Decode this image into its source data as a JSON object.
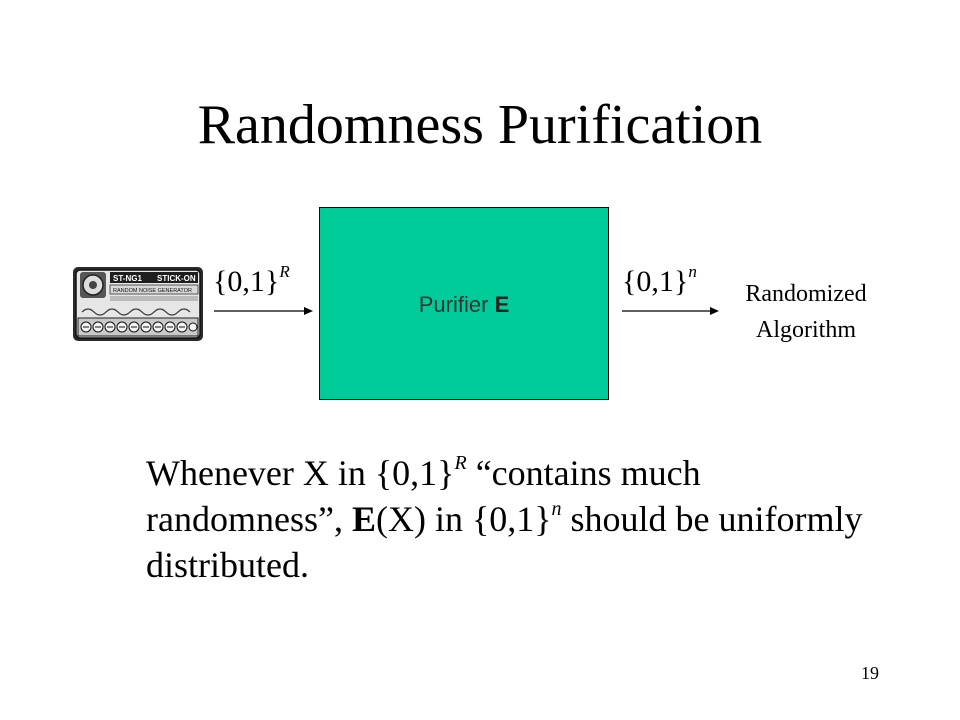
{
  "slide": {
    "title": "Randomness Purification",
    "page_number": "19"
  },
  "diagram": {
    "input_set": "{0,1}",
    "input_exponent": "R",
    "output_set": "{0,1}",
    "output_exponent": "n",
    "purifier_label": "Purifier",
    "purifier_symbol": "E",
    "purifier_color": "#00cc99",
    "algorithm_line1": "Randomized",
    "algorithm_line2": "Algorithm",
    "device_label_1": "ST-NG1",
    "device_label_2": "STICK-ON",
    "device_label_3": "RANDOM NOISE GENERATOR"
  },
  "statement": {
    "p1": "Whenever X in ",
    "set1": "{0,1}",
    "exp1": "R",
    "p2": " “contains much randomness”, ",
    "func": "E",
    "p3": "(X) in ",
    "set2": "{0,1}",
    "exp2": "n",
    "p4": " should be uniformly distributed."
  }
}
